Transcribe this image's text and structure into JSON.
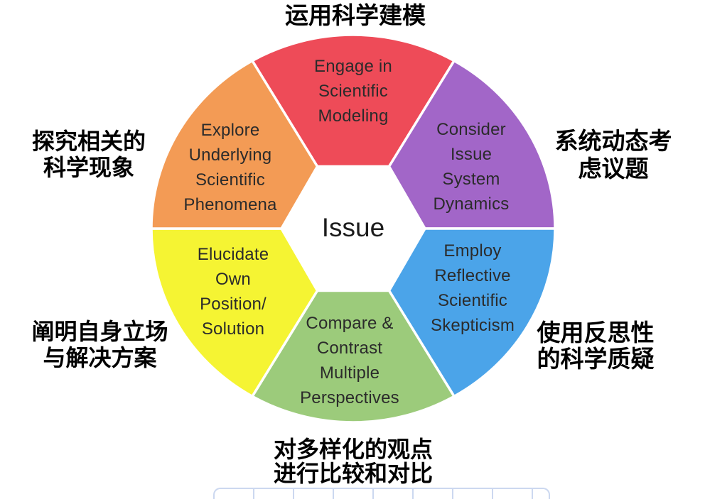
{
  "diagram": {
    "center_label": "Issue",
    "segments": [
      {
        "id": "engage-in-scientific-modeling",
        "label": "Engage in\nScientific\nModeling",
        "color": "#EE4B58"
      },
      {
        "id": "consider-issue-system-dynamics",
        "label": "Consider\nIssue\nSystem\nDynamics",
        "color": "#A266C8"
      },
      {
        "id": "employ-reflective-scientific-skepticism",
        "label": "Employ\nReflective\nScientific\nSkepticism",
        "color": "#4BA4E9"
      },
      {
        "id": "compare-contrast-multiple-perspectives",
        "label": "Compare &\nContrast\nMultiple\nPerspectives",
        "color": "#9CCB7B"
      },
      {
        "id": "elucidate-own-position-solution",
        "label": "Elucidate\nOwn\nPosition/\nSolution",
        "color": "#F5F433"
      },
      {
        "id": "explore-underlying-scientific-phenomena",
        "label": "Explore\nUnderlying\nScientific\nPhenomena",
        "color": "#F39B55"
      }
    ],
    "annotations": {
      "top": "运用科学建模",
      "top_right": "系统动态考\n虑议题",
      "bottom_right": "使用反思性\n的科学质疑",
      "bottom": "对多样化的观点\n进行比较和对比",
      "bottom_left": "阐明自身立场\n与解决方案",
      "top_left": "探究相关的\n科学现象"
    },
    "colors": {
      "gap": "#ffffff",
      "text": "#2b2b2b",
      "annotation_text": "#000000",
      "cutoff_table_border": "#ccd8f0"
    }
  }
}
